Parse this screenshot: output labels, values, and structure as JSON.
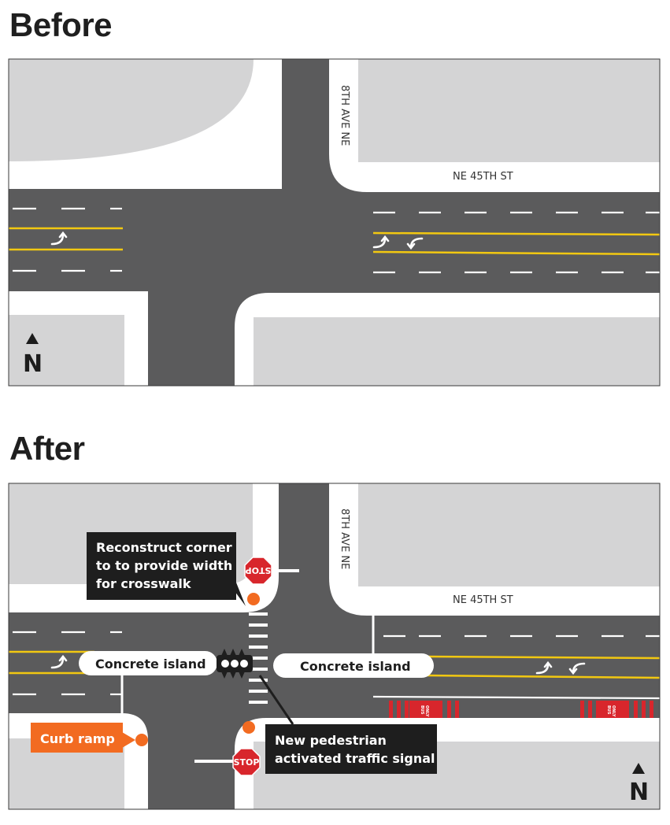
{
  "before": {
    "heading": "Before",
    "streets": {
      "avenue": "8TH AVE NE",
      "street": "NE 45TH ST"
    },
    "north": "N"
  },
  "after": {
    "heading": "After",
    "streets": {
      "avenue": "8TH AVE NE",
      "street": "NE 45TH ST"
    },
    "north": "N",
    "callouts": {
      "corner": [
        "Reconstruct corner",
        "to to provide width",
        "for crosswalk"
      ],
      "island_left": "Concrete island",
      "island_right": "Concrete island",
      "curb_ramp": "Curb ramp",
      "signal": [
        "New pedestrian",
        "activated traffic signal"
      ]
    },
    "signs": {
      "stop": "STOP",
      "bus_lane": [
        "BUS",
        "ONLY"
      ]
    }
  },
  "colors": {
    "road": "#5b5b5c",
    "block": "#d4d4d5",
    "yellow_line": "#f2c811",
    "accent_orange": "#f26b21",
    "callout_dark": "#1e1e1e",
    "stop_red": "#d8262c",
    "bus_red": "#d8262c"
  }
}
